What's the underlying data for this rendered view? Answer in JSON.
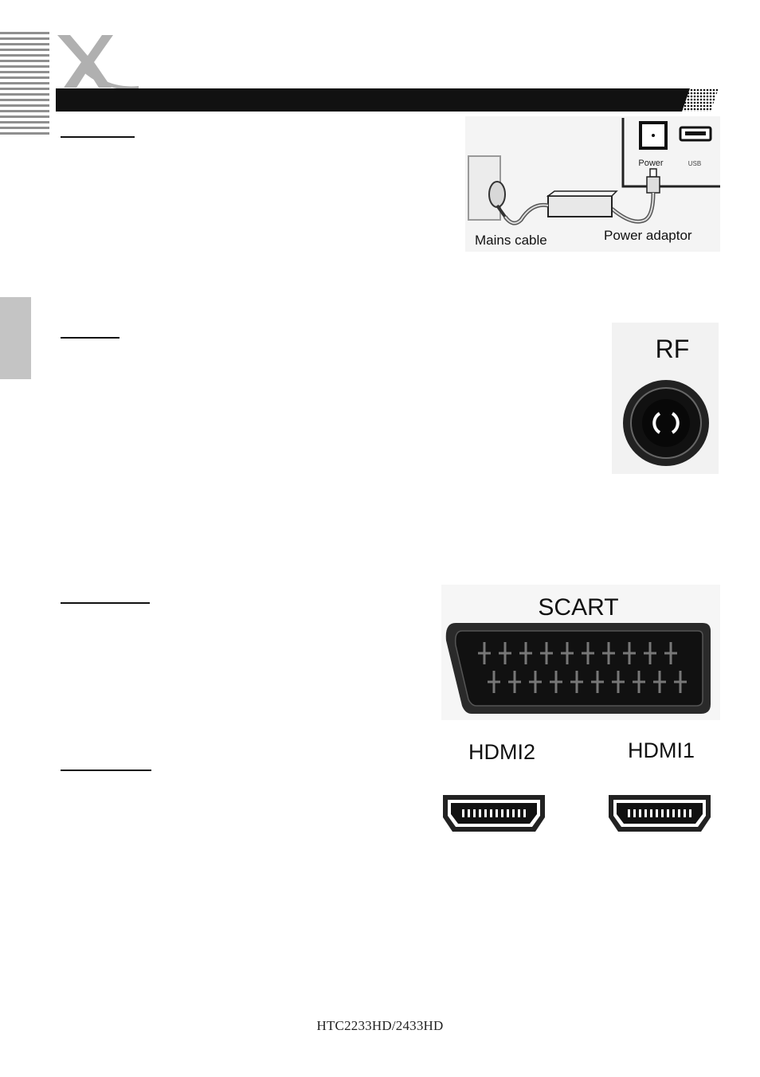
{
  "page": {
    "footer": "HTC2233HD/2433HD"
  },
  "power_figure": {
    "mains_label": "Mains cable",
    "adaptor_label": "Power adaptor",
    "power_port_label": "Power",
    "usb_port_label": "USB"
  },
  "rf_figure": {
    "label": "RF"
  },
  "scart_figure": {
    "label": "SCART"
  },
  "hdmi_figure": {
    "hdmi2_label": "HDMI2",
    "hdmi1_label": "HDMI1"
  },
  "colors": {
    "header_bar": "#111111",
    "side_tab": "#c4c4c4",
    "logo_swoosh": "#b0b0b0"
  }
}
